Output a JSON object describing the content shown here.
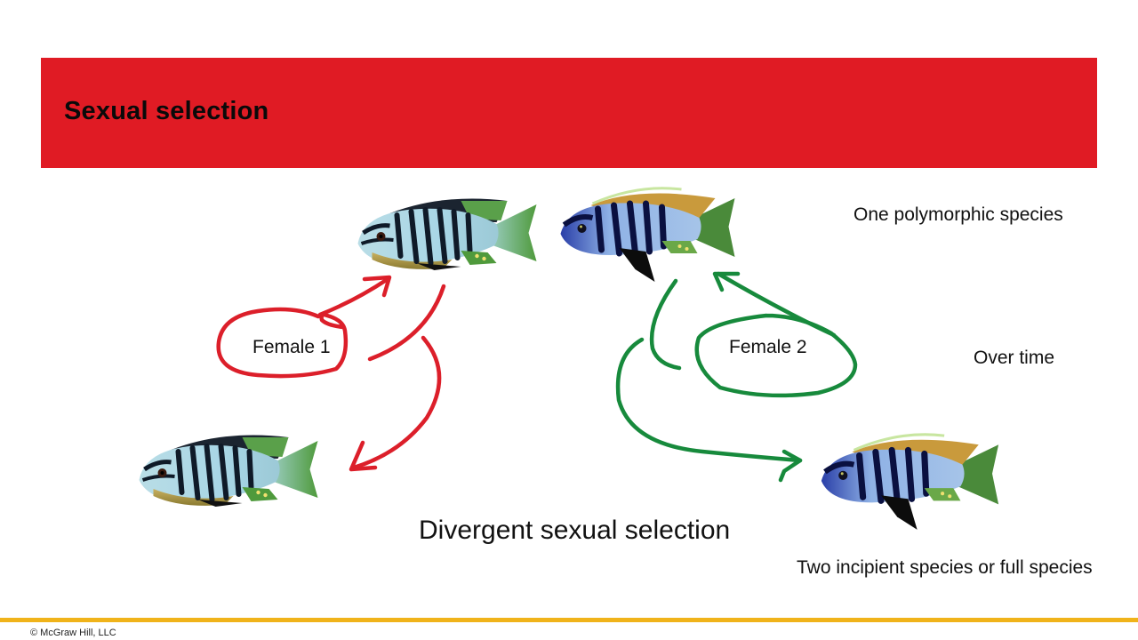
{
  "slide": {
    "title": "Sexual selection",
    "title_bar_color": "#e01b24",
    "footer_line_color": "#f0b31a",
    "copyright": "© McGraw Hill, LLC"
  },
  "labels": {
    "top_right": "One polymorphic species",
    "middle_right": "Over time",
    "bottom_center": "Divergent sexual selection",
    "bottom_right": "Two incipient species or full species",
    "female_1": "Female 1",
    "female_2": "Female 2"
  },
  "annotation_colors": {
    "female_1": "#dc1f2a",
    "female_2": "#178a3c"
  },
  "fish": [
    {
      "name": "light-morph-top",
      "morph": "light blue, green fins"
    },
    {
      "name": "dark-morph-top",
      "morph": "dark blue, orange dorsal"
    },
    {
      "name": "light-morph-bottom",
      "morph": "light blue, green fins"
    },
    {
      "name": "dark-morph-bottom",
      "morph": "dark blue, orange dorsal"
    }
  ]
}
